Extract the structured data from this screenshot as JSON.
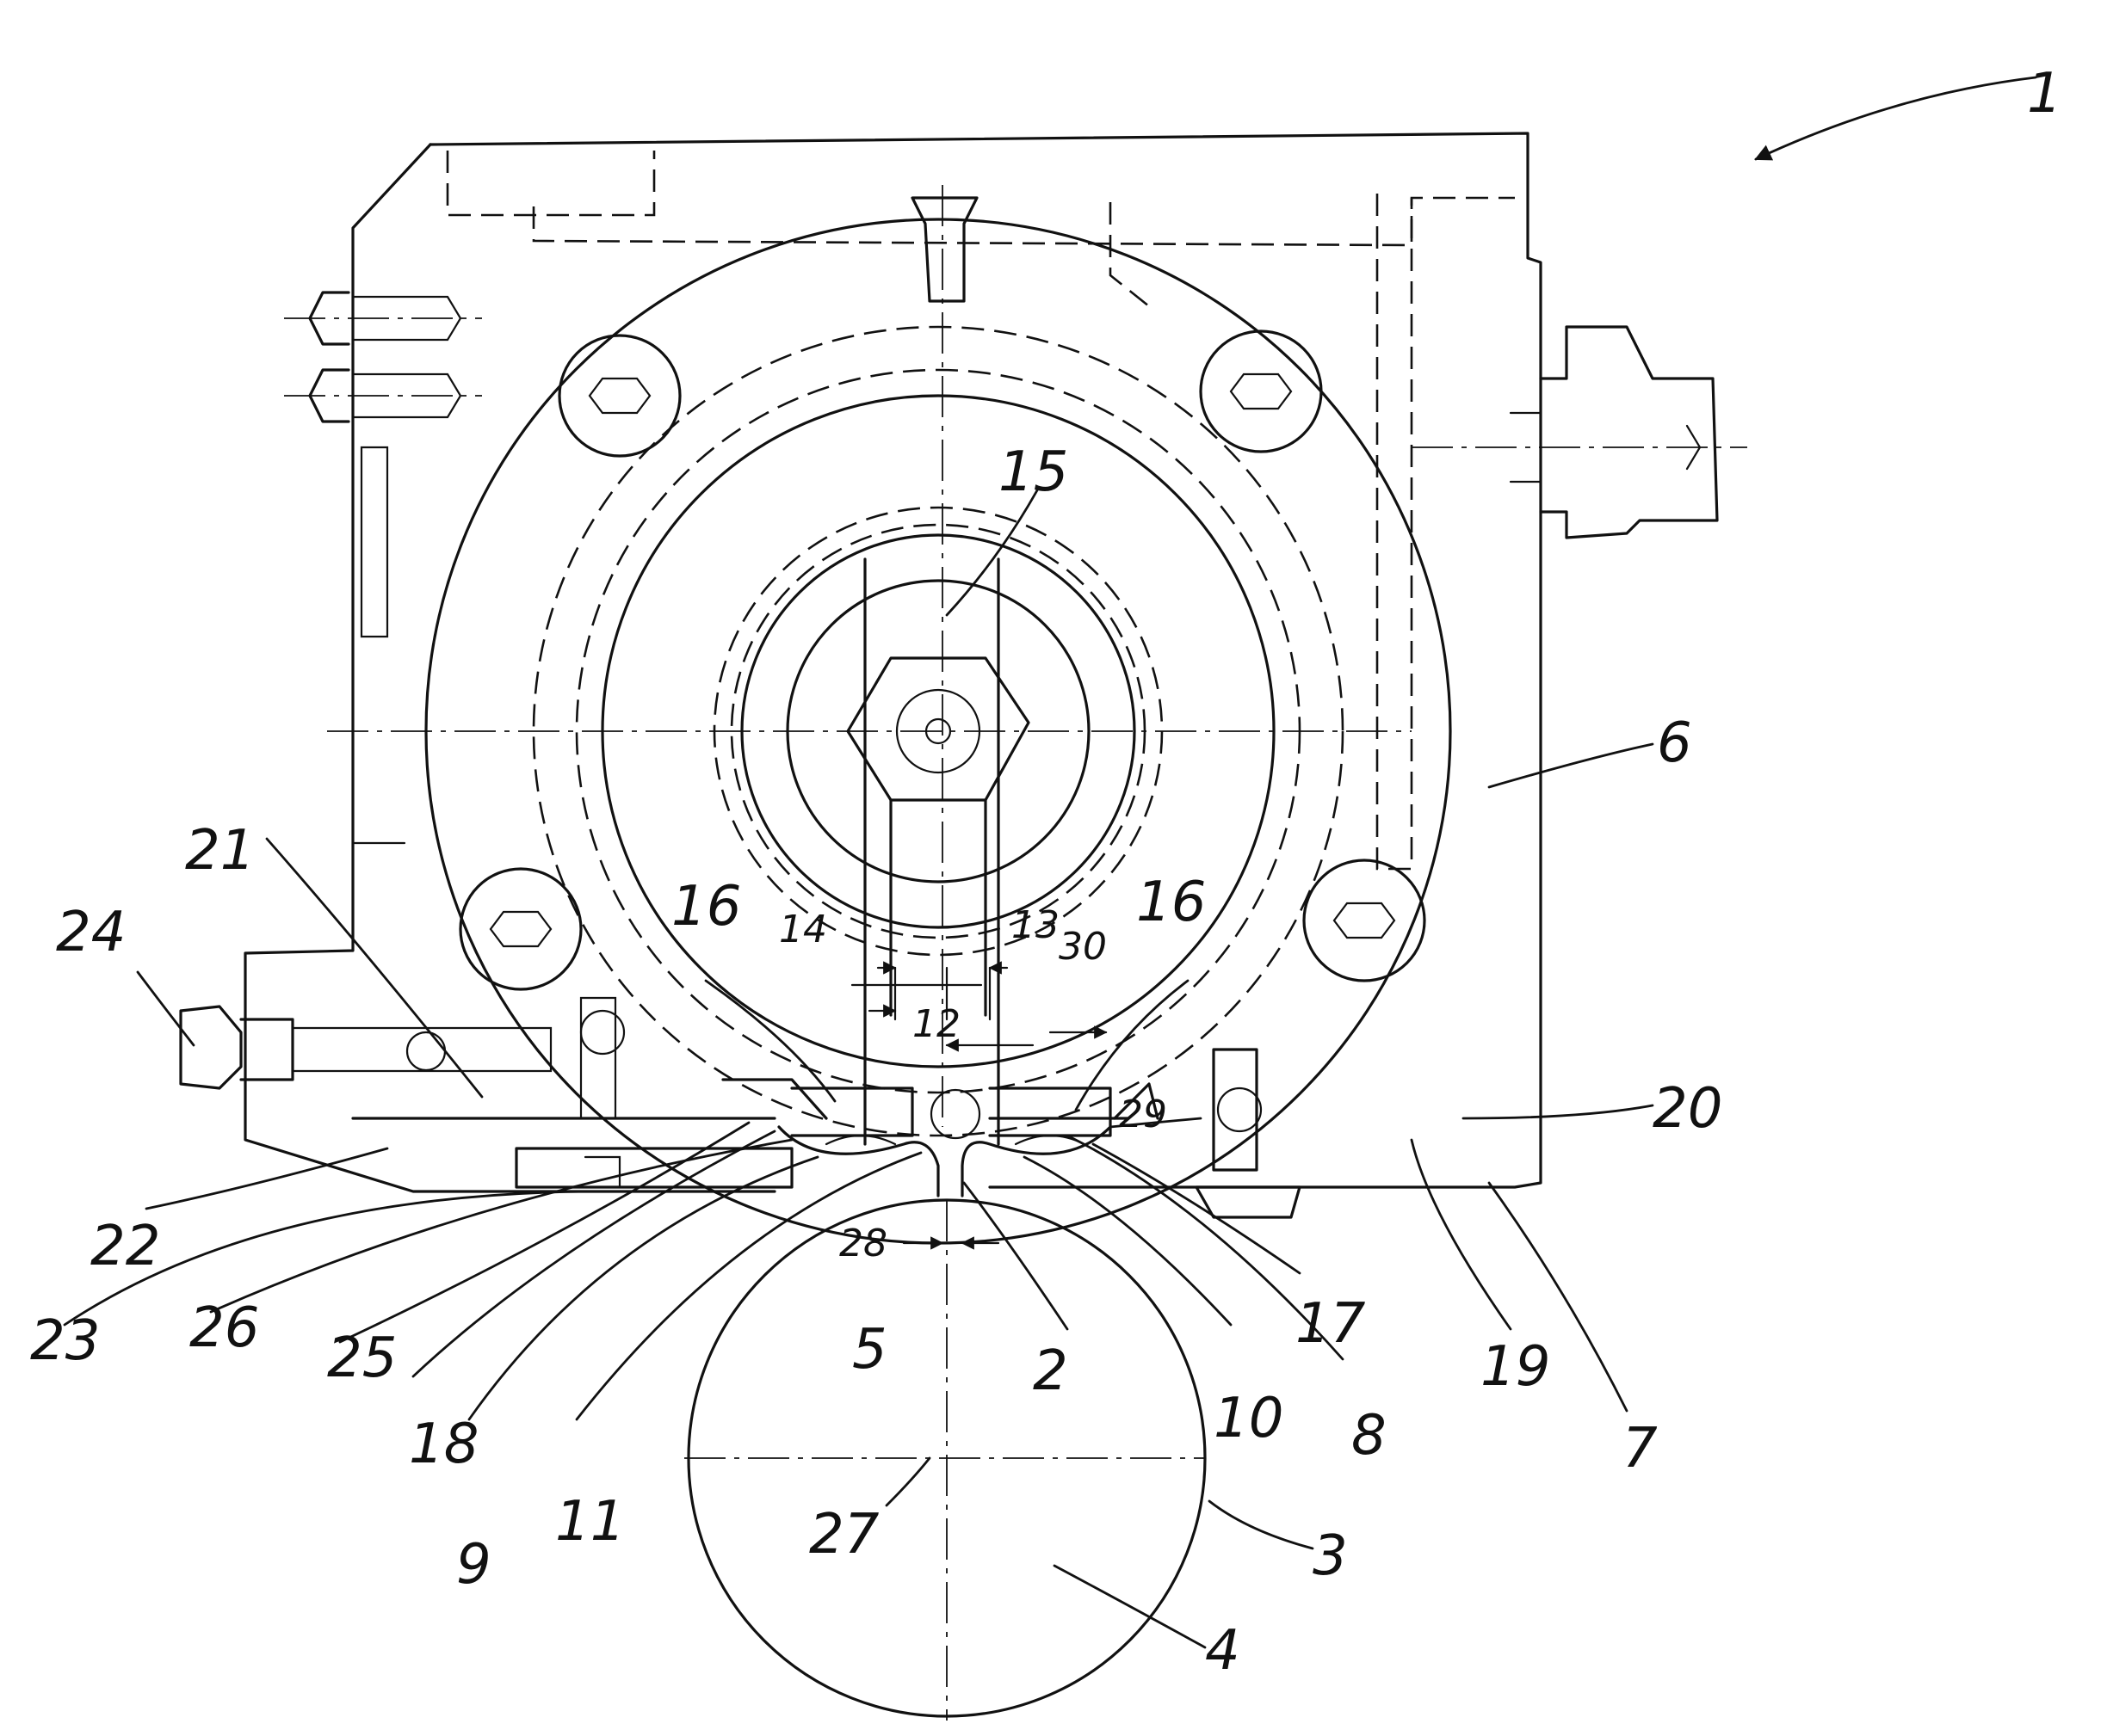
{
  "labels": {
    "l1": "1",
    "l2": "2",
    "l3": "3",
    "l4": "4",
    "l5": "5",
    "l6": "6",
    "l7": "7",
    "l8": "8",
    "l9": "9",
    "l10": "10",
    "l11": "11",
    "l12": "12",
    "l13": "13",
    "l14": "14",
    "l15": "15",
    "l16a": "16",
    "l16b": "16",
    "l17": "17",
    "l18": "18",
    "l19": "19",
    "l20": "20",
    "l21": "21",
    "l22": "22",
    "l23": "23",
    "l24": "24",
    "l25": "25",
    "l26": "26",
    "l27": "27",
    "l28": "28",
    "l29": "29",
    "l30": "30"
  }
}
